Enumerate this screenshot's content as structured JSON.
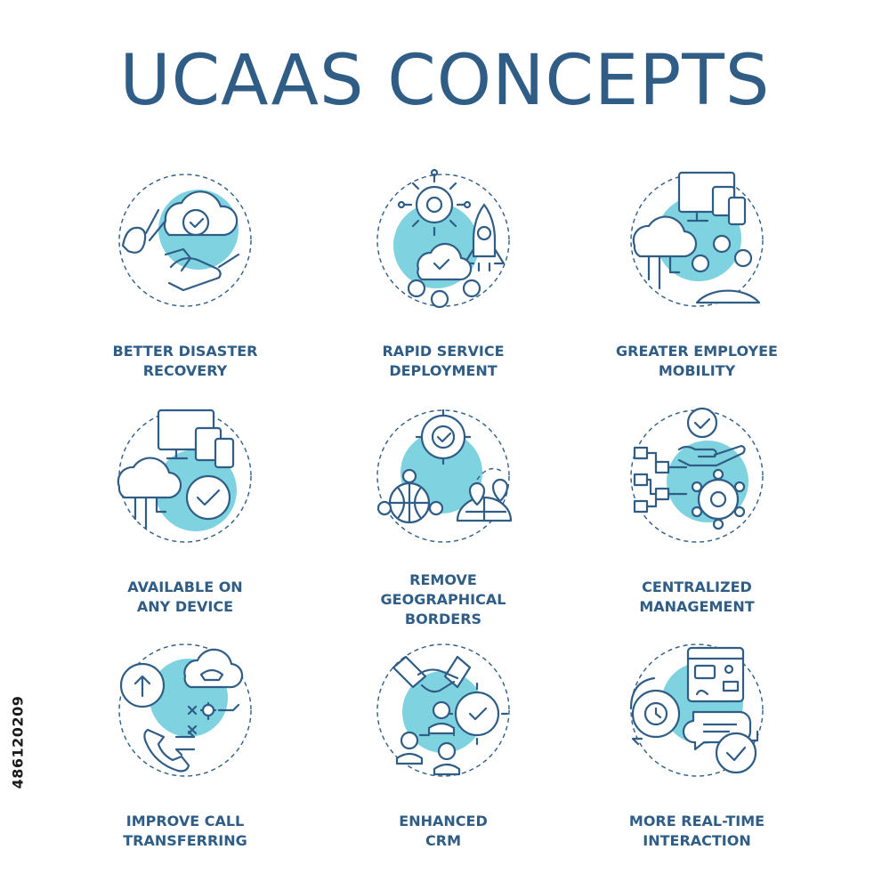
{
  "title": "UCAAS CONCEPTS",
  "stock_id": "486120209",
  "colors": {
    "accent": "#7fd3e0",
    "ink": "#2f5d86"
  },
  "items": [
    {
      "label": "BETTER DISASTER\nRECOVERY",
      "icon": "cloud-gear-handshake-icon"
    },
    {
      "label": "RAPID SERVICE\nDEPLOYMENT",
      "icon": "gear-rocket-cloud-icon"
    },
    {
      "label": "GREATER EMPLOYEE\nMOBILITY",
      "icon": "devices-cloud-globe-icon"
    },
    {
      "label": "AVAILABLE ON\nANY DEVICE",
      "icon": "devices-cloud-check-icon"
    },
    {
      "label": "REMOVE\nGEOGRAPHICAL\nBORDERS",
      "icon": "gear-globe-map-icon"
    },
    {
      "label": "CENTRALIZED\nMANAGEMENT",
      "icon": "hand-check-network-icon"
    },
    {
      "label": "IMPROVE CALL\nTRANSFERRING",
      "icon": "gear-cloud-phone-icon"
    },
    {
      "label": "ENHANCED\nCRM",
      "icon": "handshake-gear-team-icon"
    },
    {
      "label": "MORE REAL-TIME\nINTERACTION",
      "icon": "chat-window-clock-icon"
    }
  ]
}
